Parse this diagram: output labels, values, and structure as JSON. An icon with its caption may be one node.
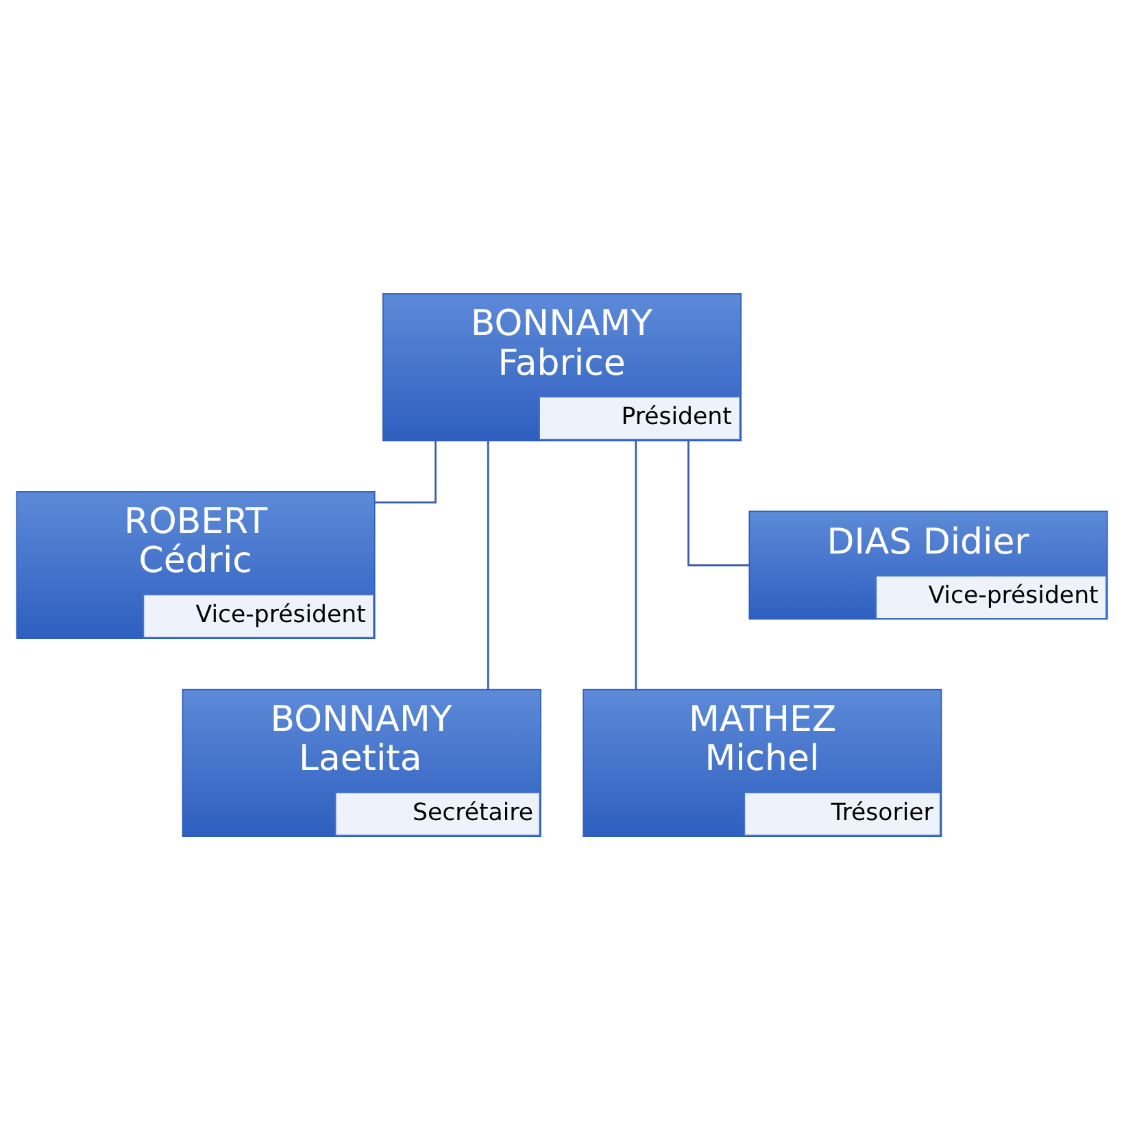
{
  "diagram": {
    "nodes": [
      {
        "text": [
          "BONNAMY Fabrice",
          "Président"
        ]
      },
      {
        "text": [
          "ROBERT Cédric",
          "Vice-président"
        ]
      },
      {
        "text": [
          "DIAS Didier",
          "Vice-président"
        ]
      },
      {
        "text": [
          "BONNAMY Laetita",
          "Secrétaire"
        ]
      },
      {
        "text": [
          "MATHEZ Michel",
          "Trésorier"
        ]
      }
    ],
    "edges": [
      {
        "from": 0,
        "to": 1,
        "arrow": "none"
      },
      {
        "from": 0,
        "to": 3,
        "arrow": "none"
      },
      {
        "from": 0,
        "to": 4,
        "arrow": "none"
      },
      {
        "from": 0,
        "to": 2,
        "arrow": "none"
      }
    ]
  }
}
